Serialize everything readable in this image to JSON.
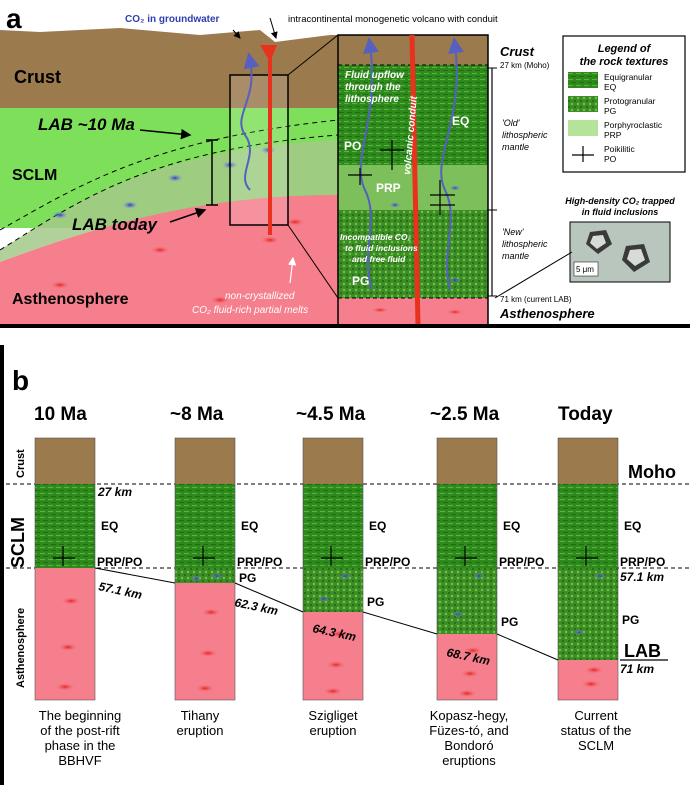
{
  "panel_a": {
    "label": "a",
    "co2_groundwater": "CO₂ in groundwater",
    "volcano_label": "intracontinental monogenetic volcano with conduit",
    "crust": "Crust",
    "lab_10ma": "LAB ~10 Ma",
    "sclm": "SCLM",
    "lab_today": "LAB today",
    "asthenosphere": "Asthenosphere",
    "melts_line1": "non-crystallized",
    "melts_line2": "CO₂ fluid-rich partial melts",
    "fluid_upflow": [
      "Fluid upflow",
      "through the",
      "lithosphere"
    ],
    "volcanic_conduit": "volcanic conduit",
    "eq": "EQ",
    "po": "PO",
    "prp": "PRP",
    "pg": "PG",
    "incompatible": [
      "Incompatible CO₂",
      "to fluid inclusions",
      "and free fluid"
    ],
    "right_crust": "Crust",
    "moho_depth": "27 km (Moho)",
    "old_mantle": [
      "'Old'",
      "lithospheric",
      "mantle"
    ],
    "new_mantle": [
      "'New'",
      "lithospheric",
      "mantle"
    ],
    "lab_depth": "71 km (current LAB)",
    "right_asthenosphere": "Asthenosphere",
    "high_density": [
      "High-density CO₂ trapped",
      "in fluid inclusions"
    ],
    "scale_bar": "5 μm",
    "legend": {
      "title": [
        "Legend of",
        "the rock textures"
      ],
      "items": [
        {
          "name": "Equigranular",
          "code": "EQ"
        },
        {
          "name": "Protogranular",
          "code": "PG"
        },
        {
          "name": "Porphyroclastic",
          "code": "PRP"
        },
        {
          "name": "Poikilitic",
          "code": "PO"
        }
      ]
    }
  },
  "panel_b": {
    "label": "b",
    "side_sclm": "SCLM",
    "side_crust": "Crust",
    "side_asthenosphere": "Asthenosphere",
    "moho": "Moho",
    "lab": "LAB",
    "moho_depth": "27 km",
    "columns": [
      {
        "age": "10 Ma",
        "layer_labels": [
          "EQ",
          "PRP/PO"
        ],
        "depth": "57.1 km",
        "caption": [
          "The beginning",
          "of the post-rift",
          "phase in the",
          "BBHVF"
        ]
      },
      {
        "age": "~8 Ma",
        "layer_labels": [
          "EQ",
          "PRP/PO",
          "PG"
        ],
        "depth": "62.3 km",
        "caption": [
          "Tihany",
          "eruption"
        ]
      },
      {
        "age": "~4.5 Ma",
        "layer_labels": [
          "EQ",
          "PRP/PO",
          "PG"
        ],
        "depth": "64.3 km",
        "caption": [
          "Szigliget",
          "eruption"
        ]
      },
      {
        "age": "~2.5 Ma",
        "layer_labels": [
          "EQ",
          "PRP/PO",
          "PG"
        ],
        "depth": "68.7 km",
        "caption": [
          "Kopasz-hegy,",
          "Füzes-tó, and",
          "Bondoró",
          "eruptions"
        ]
      },
      {
        "age": "Today",
        "layer_labels": [
          "EQ",
          "PRP/PO",
          "PG"
        ],
        "depth": "57.1 km",
        "depth_lab": "71 km",
        "caption": [
          "Current",
          "status of the",
          "SCLM"
        ]
      }
    ]
  },
  "colors": {
    "crust": "#9b7a4e",
    "sclm_light": "#7ee05a",
    "sclm_dark": "#3f9b24",
    "asthenosphere": "#f57f8c",
    "conduit": "#e8321e",
    "fluid": "#4a55b0"
  }
}
